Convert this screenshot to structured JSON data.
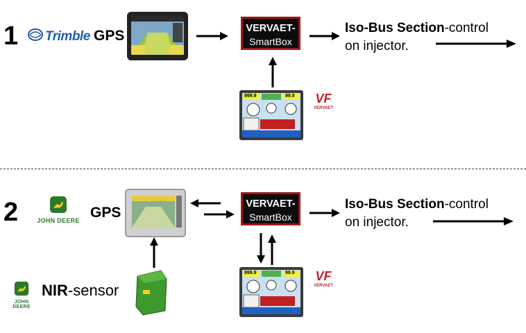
{
  "section1": {
    "number": "1",
    "gps_brand": "Trimble",
    "gps_label": "GPS",
    "box_line1": "VERVAET-",
    "box_line2": "SmartBox",
    "iso_bold": "Iso-Bus Section",
    "iso_rest": "-control",
    "iso_line2": "on injector.",
    "vf_logo": "VF",
    "vf_name": "VERVAET",
    "screen_top_left": "999.9",
    "screen_top_right": "99.9"
  },
  "section2": {
    "number": "2",
    "gps_brand": "JOHN DEERE",
    "gps_label": "GPS",
    "box_line1": "VERVAET-",
    "box_line2": "SmartBox",
    "iso_bold": "Iso-Bus Section",
    "iso_rest": "-control",
    "iso_line2": "on injector.",
    "nir_brand": "JOHN DEERE",
    "nir_bold": "NIR",
    "nir_rest": "-sensor",
    "vf_logo": "VF",
    "vf_name": "VERVAET",
    "screen_top_left": "999.9",
    "screen_top_right": "99.9"
  },
  "colors": {
    "box_bg": "#0c0c0c",
    "box_border": "#a01818",
    "trimble_blue": "#1f5ea8",
    "deere_green": "#2b7a2b",
    "vervaet_red": "#c2222b"
  }
}
